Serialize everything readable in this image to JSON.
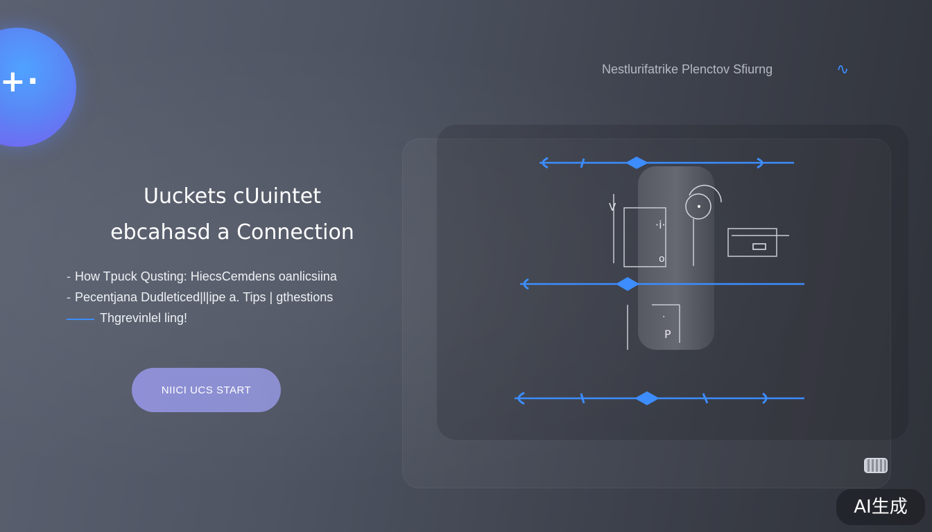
{
  "logo": {
    "glyph": "+·"
  },
  "top_nav": {
    "label": "Nestlurifatrike Plenctov Sfiurng",
    "icon": "wave-icon"
  },
  "headline": {
    "line1": "Uuckets cUuintet",
    "line2": "ebcahasd a Connection"
  },
  "bullets": [
    {
      "mark": "-",
      "text": "How Tpuck  Qusting:  HiecsCemdens  oanlicsiina"
    },
    {
      "mark": "-",
      "text": "Pecentjana  Dudleticed|l|ipe  a.  Tips  |  gthestions"
    },
    {
      "mark": "",
      "text": "Thgrevinlel ling!"
    }
  ],
  "cta": {
    "label": "NIICI  UCS START"
  },
  "watermark": {
    "label": "AI生成"
  },
  "colors": {
    "accent_blue": "#3d8dff",
    "cta_purple": "#8e8fd6",
    "bg_dark": "#2f3239",
    "bg_light": "#5b6170"
  }
}
